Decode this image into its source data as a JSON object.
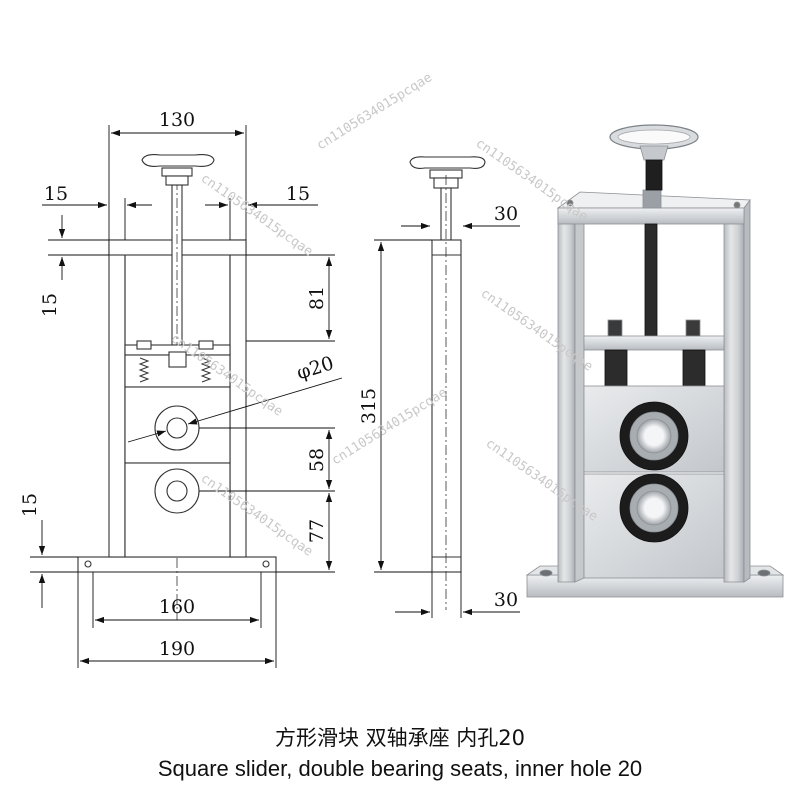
{
  "dimensions": {
    "width_top": "130",
    "left_margin": "15",
    "right_margin": "15",
    "side_top_width": "30",
    "top_bar_height": "15",
    "upper_gap": "81",
    "hole_diameter": "φ20",
    "total_height": "315",
    "hole_spacing": "58",
    "lower_hole_height": "77",
    "base_thickness": "15",
    "bolt_spacing": "160",
    "base_width": "190",
    "side_base_width": "30"
  },
  "watermark": "cn1105634015pcqae",
  "caption": {
    "chinese": "方形滑块 双轴承座 内孔20",
    "english": "Square slider, double bearing seats, inner hole 20"
  }
}
